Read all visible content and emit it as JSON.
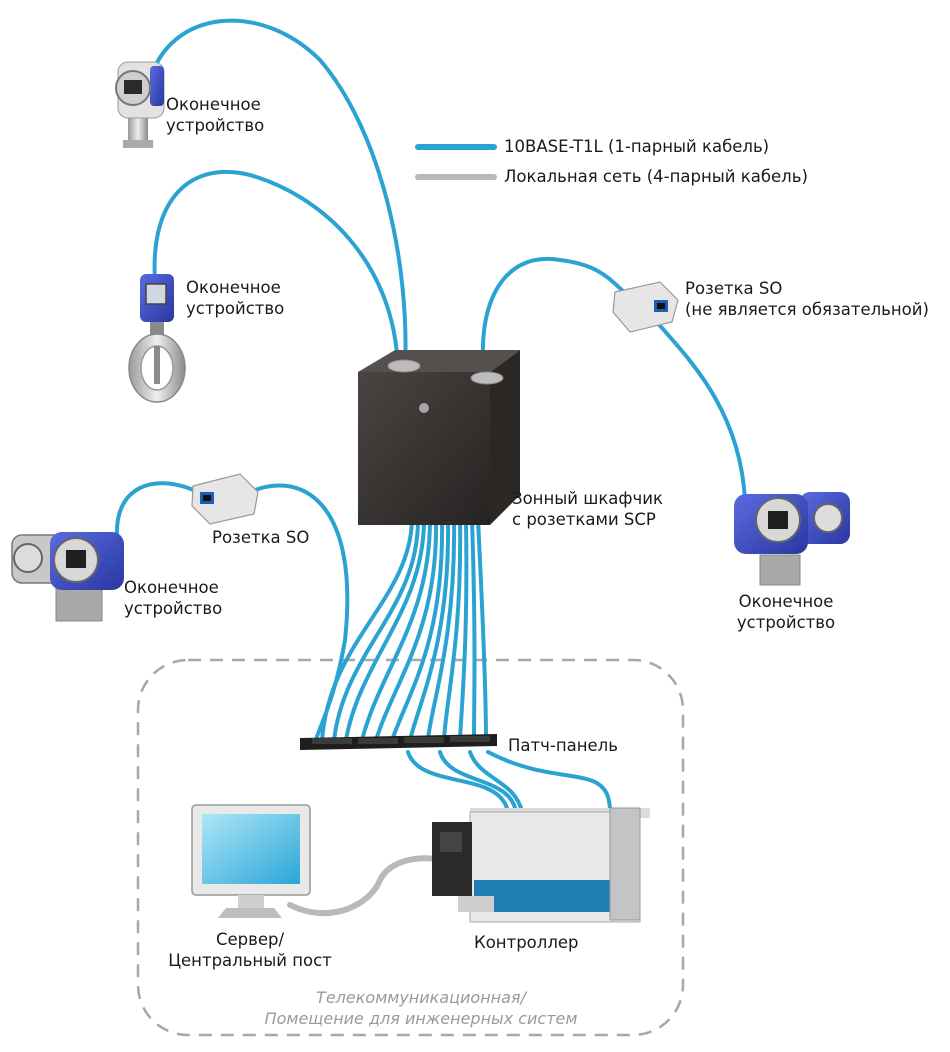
{
  "legend": {
    "items": [
      {
        "label": "10BASE-T1L (1-парный кабель)",
        "color": "#2aa3d3"
      },
      {
        "label": "Локальная сеть (4-парный кабель)",
        "color": "#b9b9b9"
      }
    ]
  },
  "nodes": {
    "device_top": {
      "line1": "Оконечное",
      "line2": "устройство"
    },
    "device_mid": {
      "line1": "Оконечное",
      "line2": "устройство"
    },
    "device_left": {
      "line1": "Оконечное",
      "line2": "устройство"
    },
    "device_right": {
      "line1": "Оконечное",
      "line2": "устройство"
    },
    "socket_right": {
      "line1": "Розетка SO",
      "line2": "(не является обязательной)"
    },
    "socket_left": {
      "label": "Розетка SO"
    },
    "cabinet": {
      "line1": "Зонный шкафчик",
      "line2": "с розетками SCP"
    },
    "patch_panel": {
      "label": "Патч-панель"
    },
    "server": {
      "line1": "Сервер/",
      "line2": "Центральный пост"
    },
    "controller": {
      "label": "Контроллер"
    }
  },
  "room": {
    "line1": "Телекоммуникационная/",
    "line2": "Помещение для инженерных систем"
  },
  "colors": {
    "t1l_cable": "#2aa3d3",
    "lan_cable": "#b9b9b9",
    "cabinet": "#3b3735",
    "device_blue": "#3d4fc4",
    "room_border": "#a8a8a8"
  }
}
